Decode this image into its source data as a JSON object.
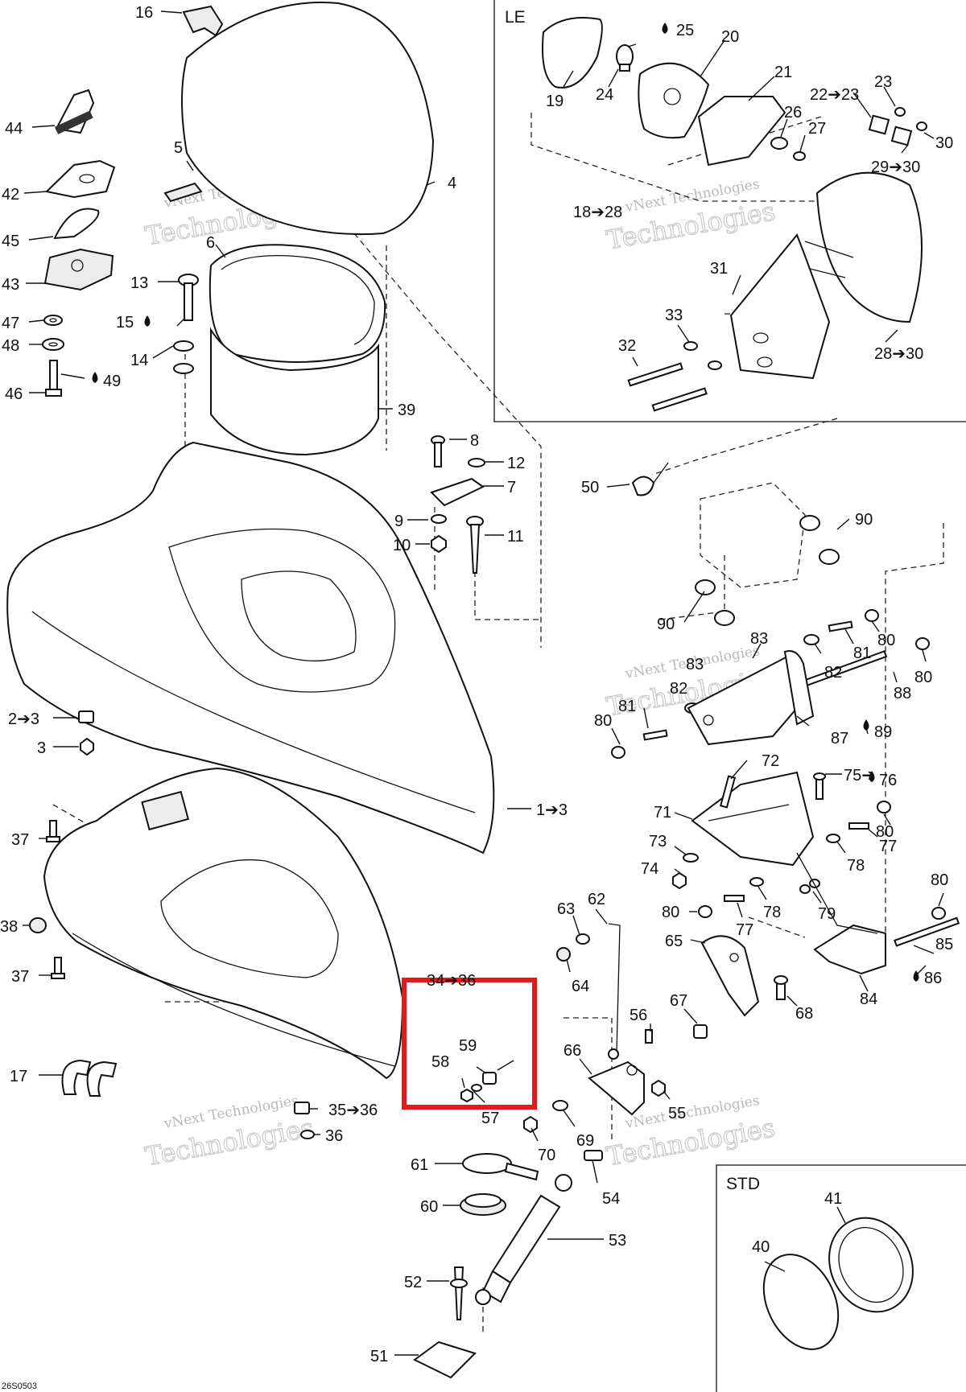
{
  "diagram": {
    "code": "26S0503",
    "panels": {
      "le_title": "LE",
      "std_title": "STD"
    },
    "watermark": {
      "line1": "vNext Technologies",
      "line2": "Technologies"
    },
    "highlight_color": "#e3191c",
    "callouts": [
      {
        "id": "c16",
        "text": "16"
      },
      {
        "id": "c44",
        "text": "44"
      },
      {
        "id": "c42",
        "text": "42"
      },
      {
        "id": "c45",
        "text": "45"
      },
      {
        "id": "c43",
        "text": "43"
      },
      {
        "id": "c47",
        "text": "47"
      },
      {
        "id": "c48",
        "text": "48"
      },
      {
        "id": "c46",
        "text": "46"
      },
      {
        "id": "c49",
        "text": "49"
      },
      {
        "id": "c5",
        "text": "5"
      },
      {
        "id": "c13",
        "text": "13"
      },
      {
        "id": "c15",
        "text": "15"
      },
      {
        "id": "c14",
        "text": "14"
      },
      {
        "id": "c6",
        "text": "6"
      },
      {
        "id": "c4",
        "text": "4"
      },
      {
        "id": "c39",
        "text": "39"
      },
      {
        "id": "c8",
        "text": "8"
      },
      {
        "id": "c12",
        "text": "12"
      },
      {
        "id": "c7",
        "text": "7"
      },
      {
        "id": "c9",
        "text": "9"
      },
      {
        "id": "c11",
        "text": "11"
      },
      {
        "id": "c10",
        "text": "10"
      },
      {
        "id": "c2to3",
        "text": "2➔3"
      },
      {
        "id": "c3",
        "text": "3"
      },
      {
        "id": "c1to3",
        "text": "1➔3"
      },
      {
        "id": "c37a",
        "text": "37"
      },
      {
        "id": "c38",
        "text": "38"
      },
      {
        "id": "c37b",
        "text": "37"
      },
      {
        "id": "c17",
        "text": "17"
      },
      {
        "id": "c35to36",
        "text": "35➔36"
      },
      {
        "id": "c36",
        "text": "36"
      },
      {
        "id": "c34to36",
        "text": "34➔36"
      },
      {
        "id": "c58",
        "text": "58"
      },
      {
        "id": "c59",
        "text": "59"
      },
      {
        "id": "c57",
        "text": "57"
      },
      {
        "id": "c61",
        "text": "61"
      },
      {
        "id": "c60",
        "text": "60"
      },
      {
        "id": "c52",
        "text": "52"
      },
      {
        "id": "c51",
        "text": "51"
      },
      {
        "id": "c53",
        "text": "53"
      },
      {
        "id": "c54",
        "text": "54"
      },
      {
        "id": "c70",
        "text": "70"
      },
      {
        "id": "c69",
        "text": "69"
      },
      {
        "id": "c55",
        "text": "55"
      },
      {
        "id": "c66",
        "text": "66"
      },
      {
        "id": "c56",
        "text": "56"
      },
      {
        "id": "c67",
        "text": "67"
      },
      {
        "id": "c68",
        "text": "68"
      },
      {
        "id": "c64",
        "text": "64"
      },
      {
        "id": "c63",
        "text": "63"
      },
      {
        "id": "c62",
        "text": "62"
      },
      {
        "id": "c65",
        "text": "65"
      },
      {
        "id": "c84",
        "text": "84"
      },
      {
        "id": "c86",
        "text": "86"
      },
      {
        "id": "c85",
        "text": "85"
      },
      {
        "id": "c80a",
        "text": "80"
      },
      {
        "id": "c77a",
        "text": "77"
      },
      {
        "id": "c80b",
        "text": "80"
      },
      {
        "id": "c78a",
        "text": "78"
      },
      {
        "id": "c79",
        "text": "79"
      },
      {
        "id": "c74",
        "text": "74"
      },
      {
        "id": "c73",
        "text": "73"
      },
      {
        "id": "c71",
        "text": "71"
      },
      {
        "id": "c72",
        "text": "72"
      },
      {
        "id": "c75",
        "text": "75➔"
      },
      {
        "id": "c76",
        "text": "76"
      },
      {
        "id": "c77b",
        "text": "77"
      },
      {
        "id": "c80c",
        "text": "80"
      },
      {
        "id": "c78b",
        "text": "78"
      },
      {
        "id": "c80d",
        "text": "80"
      },
      {
        "id": "c81a",
        "text": "81"
      },
      {
        "id": "c87",
        "text": "87"
      },
      {
        "id": "c89",
        "text": "89"
      },
      {
        "id": "c88",
        "text": "88"
      },
      {
        "id": "c80e",
        "text": "80"
      },
      {
        "id": "c82a",
        "text": "82"
      },
      {
        "id": "c83a",
        "text": "83"
      },
      {
        "id": "c81b",
        "text": "81"
      },
      {
        "id": "c80f",
        "text": "80"
      },
      {
        "id": "c82b",
        "text": "82"
      },
      {
        "id": "c83b",
        "text": "83"
      },
      {
        "id": "c90a",
        "text": "90"
      },
      {
        "id": "c90b",
        "text": "90"
      },
      {
        "id": "c50",
        "text": "50"
      },
      {
        "id": "c19",
        "text": "19"
      },
      {
        "id": "c24",
        "text": "24"
      },
      {
        "id": "c25",
        "text": "25"
      },
      {
        "id": "c20",
        "text": "20"
      },
      {
        "id": "c21",
        "text": "21"
      },
      {
        "id": "c22to23",
        "text": "22➔23"
      },
      {
        "id": "c23",
        "text": "23"
      },
      {
        "id": "c26",
        "text": "26"
      },
      {
        "id": "c27",
        "text": "27"
      },
      {
        "id": "c30",
        "text": "30"
      },
      {
        "id": "c29to30",
        "text": "29➔30"
      },
      {
        "id": "c18to28",
        "text": "18➔28"
      },
      {
        "id": "c31",
        "text": "31"
      },
      {
        "id": "c33",
        "text": "33"
      },
      {
        "id": "c32",
        "text": "32"
      },
      {
        "id": "c28to30",
        "text": "28➔30"
      },
      {
        "id": "c40",
        "text": "40"
      },
      {
        "id": "c41",
        "text": "41"
      }
    ]
  }
}
